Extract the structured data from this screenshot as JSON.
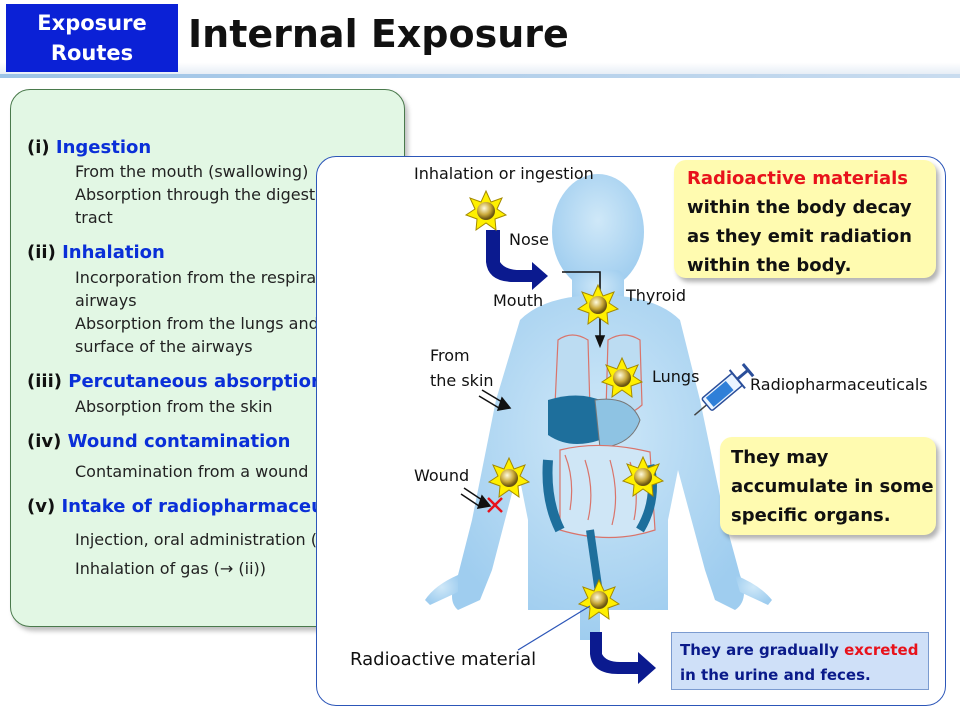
{
  "header": {
    "badge_line1": "Exposure",
    "badge_line2": "Routes",
    "title": "Internal Exposure"
  },
  "routes": [
    {
      "num": "(i)",
      "name": "Ingestion",
      "lines": [
        "From the mouth (swallowing)",
        "Absorption through the digestive",
        "tract"
      ]
    },
    {
      "num": "(ii)",
      "name": "Inhalation",
      "lines": [
        "Incorporation from  the respiratory",
        "airways",
        "Absorption from the lungs and the",
        "surface of the airways"
      ]
    },
    {
      "num": "(iii)",
      "name": "Percutaneous absorption",
      "lines": [
        "Absorption from the skin"
      ]
    },
    {
      "num": "(iv)",
      "name": "Wound contamination",
      "lines": [
        "Contamination from a wound"
      ]
    },
    {
      "num": "(v)",
      "name": "Intake of radiopharmaceuticals",
      "lines": [
        "Injection, oral administration (→ (i))",
        "Inhalation of gas (→ (ii))"
      ]
    }
  ],
  "diagram": {
    "inhalation_ingestion": "Inhalation or ingestion",
    "nose": "Nose",
    "mouth": "Mouth",
    "thyroid": "Thyroid",
    "from_the_skin_1": "From",
    "from_the_skin_2": "the skin",
    "lungs": "Lungs",
    "radiopharmaceuticals": "Radiopharmaceuticals",
    "wound": "Wound",
    "radioactive_material": "Radioactive material"
  },
  "callouts": {
    "decay_red": "Radioactive materials",
    "decay_rest_1": "within the body decay",
    "decay_rest_2": "as they emit radiation",
    "decay_rest_3": "within the body.",
    "accumulate_1": "They may",
    "accumulate_2": "accumulate in some",
    "accumulate_3": "specific organs.",
    "excrete_1a": "They are gradually ",
    "excrete_1b": "excreted",
    "excrete_2": "in the urine and feces."
  },
  "colors": {
    "badge": "#0b21d6",
    "route_name": "#0a2fd8",
    "left_panel": "#e2f7e4",
    "callout_yellow": "#fffbb0",
    "callout_blue": "#cfe0f8",
    "body": "#a9d4f2",
    "arrow": "#0b1a8f",
    "emphasis_red": "#e8121b"
  },
  "icons": [
    "radioactive-particle-icon",
    "syringe-icon",
    "cross-mark-icon",
    "flow-arrow-icon"
  ]
}
